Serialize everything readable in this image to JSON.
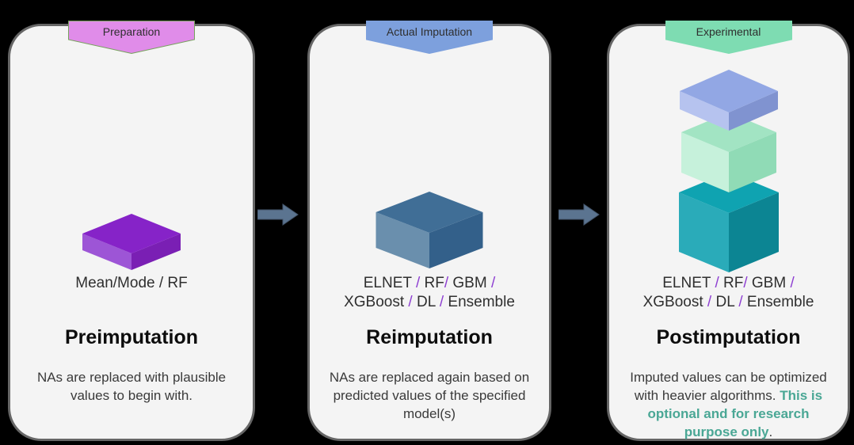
{
  "canvas": {
    "background": "#000000",
    "card_fill": "#f4f4f4",
    "card_border": "#666666"
  },
  "arrows": {
    "color": "#5b7490",
    "outline": "#44566b"
  },
  "slash_color": "#8e3fd2",
  "accent_text_color": "#4aa795",
  "panels": [
    {
      "banner": {
        "label": "Preparation",
        "fill": "#e08ce9",
        "stroke": "#76a25c"
      },
      "cube": {
        "top": "#8623c8",
        "left": "#9d55d6",
        "right": "#7a1fb4"
      },
      "models_line1": "Mean/Mode / RF",
      "title": "Preimputation",
      "body_normal": "NAs are replaced with plausible values to begin with."
    },
    {
      "banner": {
        "label": "Actual Imputation",
        "fill": "#7da0dd",
        "stroke": "#7da0dd"
      },
      "cube": {
        "top": "#406e96",
        "left": "#6a8fad",
        "right": "#33608a"
      },
      "models_line1": "ELNET / RF/ GBM /",
      "models_line2": "XGBoost / DL / Ensemble",
      "title": "Reimputation",
      "body_normal": "NAs are replaced again based on predicted values of the specified model(s)"
    },
    {
      "banner": {
        "label": "Experimental",
        "fill": "#7edcb2",
        "stroke": "#7edcb2"
      },
      "stack": {
        "blue": {
          "top": "#92a7e4",
          "left": "#b6c3ef",
          "right": "#8093d0"
        },
        "mint": {
          "top": "#a2e4c3",
          "left": "#c6f1db",
          "right": "#90dbb6"
        },
        "teal": {
          "top": "#0fa3b1",
          "left": "#2aabb9",
          "right": "#0c8593"
        }
      },
      "models_line1": "ELNET / RF/ GBM /",
      "models_line2": "XGBoost / DL / Ensemble",
      "title": "Postimputation",
      "body_normal": "Imputed values can be optimized with heavier algorithms. ",
      "body_accent": "This is optional and for research purpose only",
      "body_suffix": "."
    }
  ]
}
